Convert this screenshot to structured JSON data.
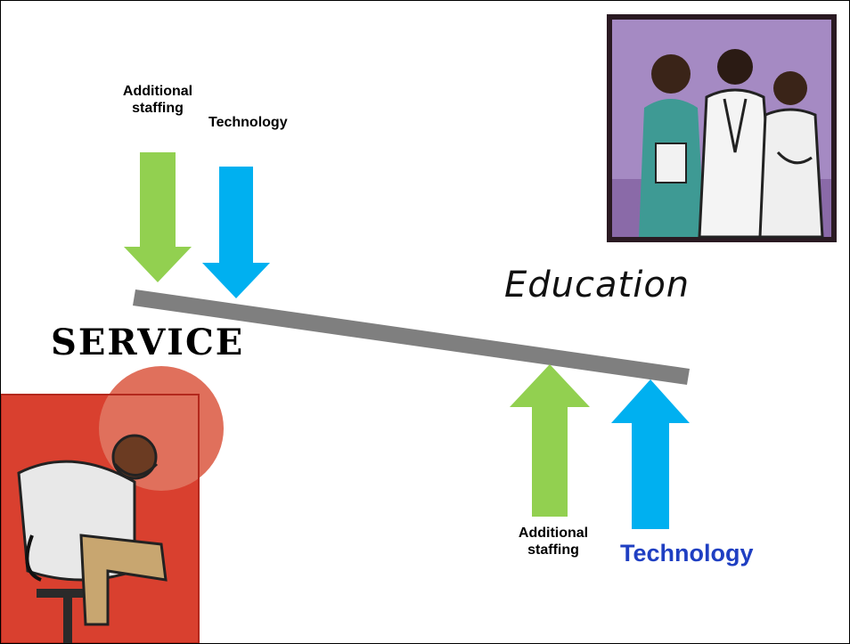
{
  "slide": {
    "service_side": {
      "title": "SERVICE",
      "arrows": [
        {
          "label": "Additional\nstaffing",
          "direction": "down",
          "color": "#92d050"
        },
        {
          "label": "Technology",
          "direction": "down",
          "color": "#00b0f0"
        }
      ]
    },
    "education_side": {
      "title": "Education",
      "arrows": [
        {
          "label": "Additional\nstaffing",
          "direction": "up",
          "color": "#92d050"
        },
        {
          "label": "Technology",
          "direction": "up",
          "color": "#00b0f0",
          "label_color": "#1f3fc2"
        }
      ]
    },
    "beam_color": "#7f7f7f"
  }
}
